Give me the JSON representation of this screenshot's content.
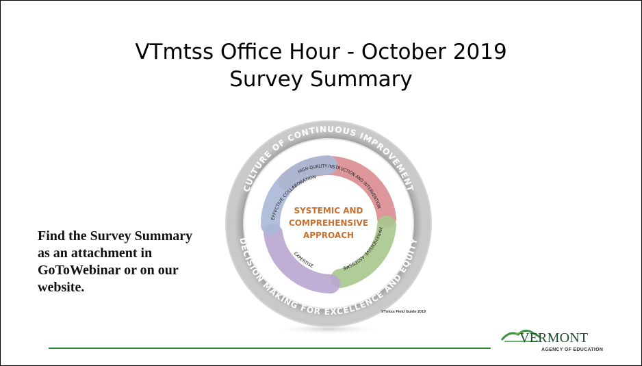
{
  "slide": {
    "title_line1": "VTmtss Office Hour - October 2019",
    "title_line2": "Survey Summary",
    "body_text": "Find the Survey Summary as an attachment in GoToWebinar or on our website."
  },
  "graphic": {
    "outer_top_text": "CULTURE OF CONTINUOUS IMPROVEMENT",
    "outer_bottom_text": "DECISION MAKING FOR EXCELLENCE AND EQUITY",
    "segment_red": "HIGH-QUALITY INSTRUCTION AND INTERVENTION",
    "segment_green": "COMPREHENSIVE ASSESSMENT",
    "segment_purple": "EXPERTISE",
    "segment_blue": "EFFECTIVE COLLABORATION",
    "center_line1": "SYSTEMIC AND",
    "center_line2": "COMPREHENSIVE",
    "center_line3": "APPROACH",
    "caption": "VTmtss Field Guide 2019"
  },
  "logo": {
    "name": "VERMONT",
    "agency": "AGENCY OF EDUCATION"
  },
  "colors": {
    "accent_green": "#2e8b3c",
    "segment_red": "#d98b8f",
    "segment_green": "#a8c88c",
    "segment_purple": "#b9a6cf",
    "segment_blue": "#a9b8d6",
    "center_text": "#c8702e"
  }
}
